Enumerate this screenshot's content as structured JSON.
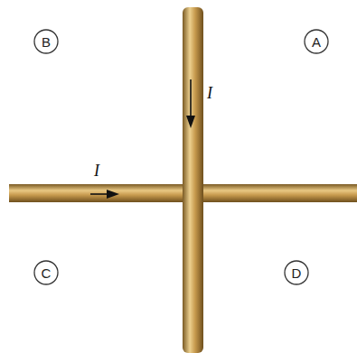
{
  "diagram": {
    "nodes": [
      {
        "text": [
          "B"
        ]
      },
      {
        "text": [
          "A"
        ]
      },
      {
        "text": [
          "C"
        ]
      },
      {
        "text": [
          "D"
        ]
      }
    ],
    "labels": [
      "I",
      "I"
    ]
  }
}
